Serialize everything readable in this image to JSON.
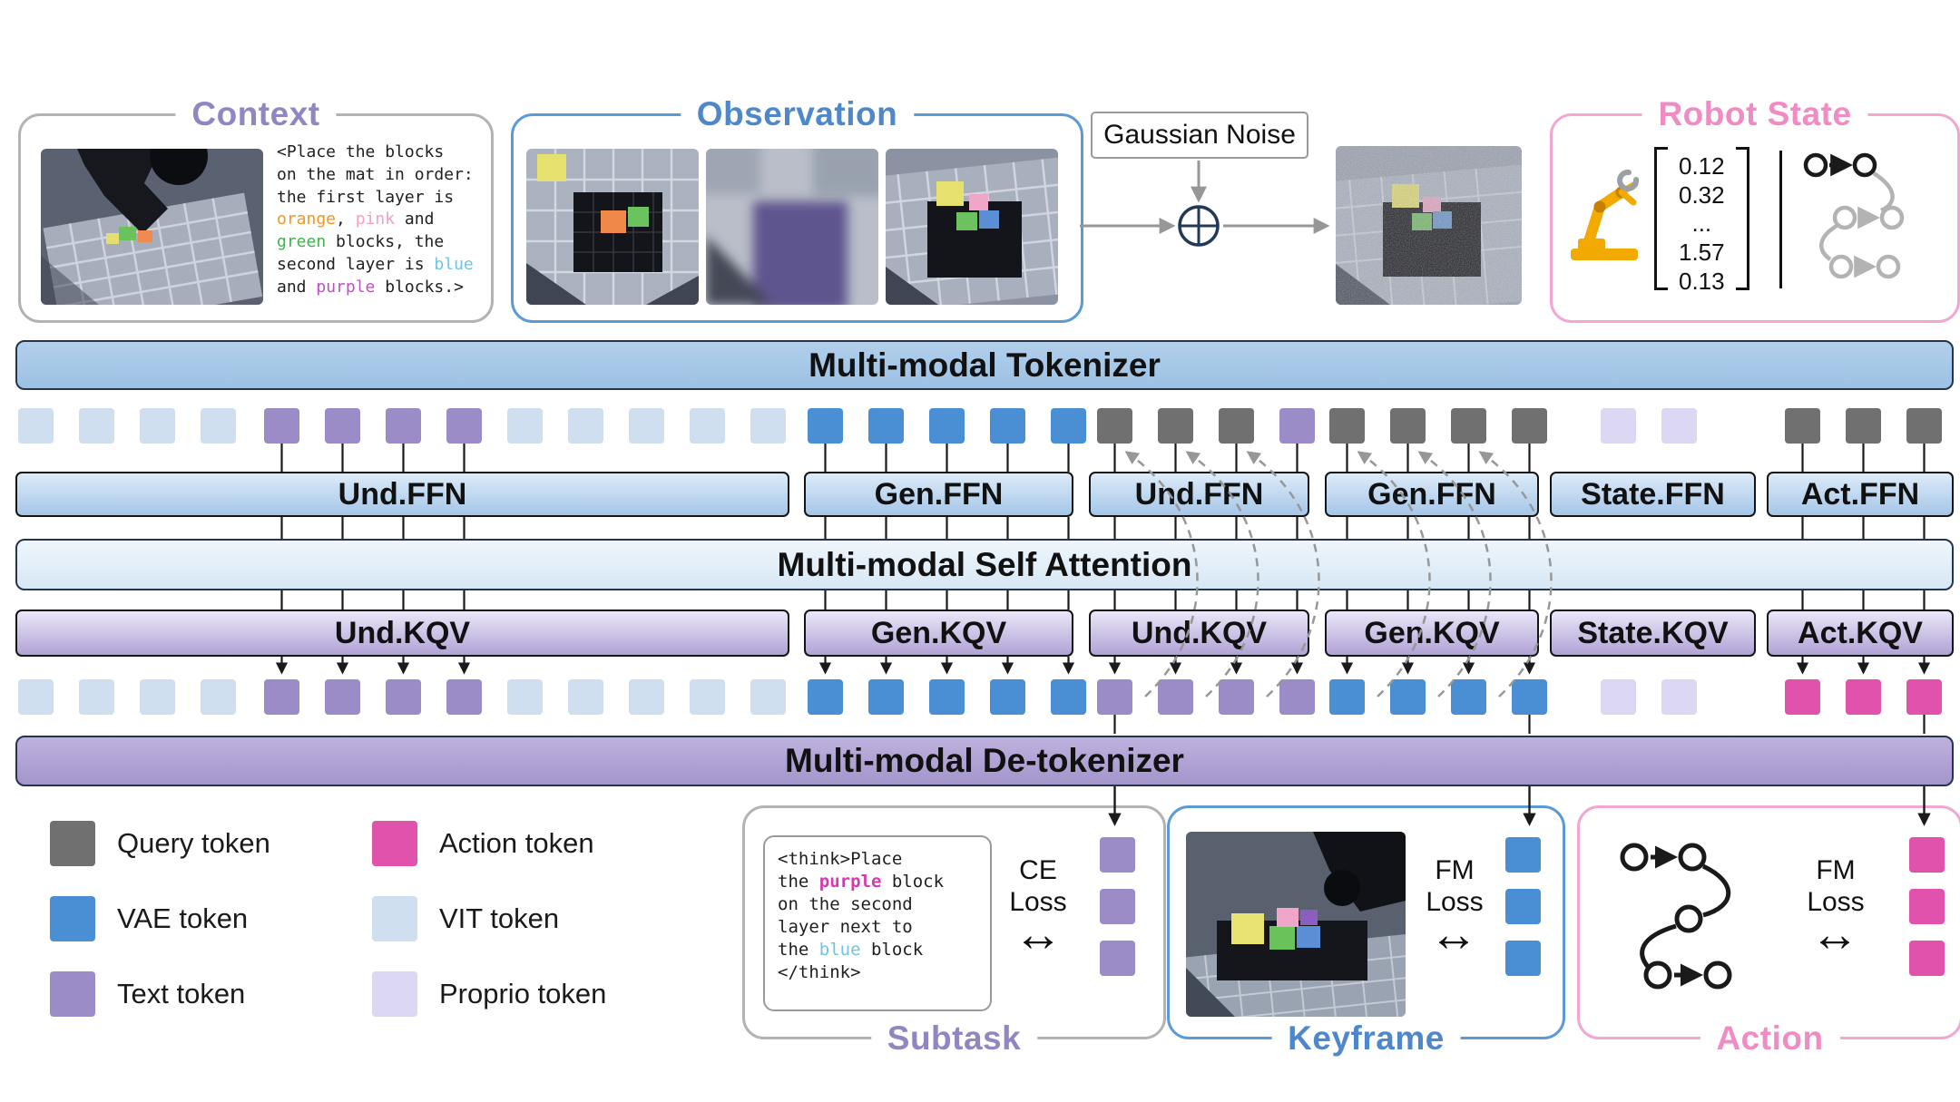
{
  "top": {
    "context": {
      "title": "Context",
      "text_segments": [
        {
          "text": "<Place the blocks\non the mat in order:\nthe first layer is\n",
          "class": "c-k"
        },
        {
          "text": "orange",
          "class": "c-orange"
        },
        {
          "text": ", ",
          "class": "c-k"
        },
        {
          "text": "pink",
          "class": "c-pink"
        },
        {
          "text": " and\n",
          "class": "c-k"
        },
        {
          "text": "green",
          "class": "c-green"
        },
        {
          "text": " blocks, the\nsecond layer is ",
          "class": "c-k"
        },
        {
          "text": "blue",
          "class": "c-blue"
        },
        {
          "text": "\nand ",
          "class": "c-k"
        },
        {
          "text": "purple",
          "class": "c-purpletext"
        },
        {
          "text": " blocks.>",
          "class": "c-k"
        }
      ]
    },
    "observation": {
      "title": "Observation"
    },
    "gaussian": {
      "label": "Gaussian Noise"
    },
    "robot_state": {
      "title": "Robot State",
      "vector": [
        {
          "text": "0.12"
        },
        {
          "text": "0.32"
        },
        {
          "text": "..."
        },
        {
          "text": "1.57"
        },
        {
          "text": "0.13"
        }
      ]
    }
  },
  "bars": {
    "tokenizer": "Multi-modal Tokenizer",
    "attention": "Multi-modal Self Attention",
    "detokenizer": "Multi-modal De-tokenizer"
  },
  "ffn_row": [
    "Und.FFN",
    "Gen.FFN",
    "Und.FFN",
    "Gen.FFN",
    "State.FFN",
    "Act.FFN"
  ],
  "kqv_row": [
    "Und.KQV",
    "Gen.KQV",
    "Und.KQV",
    "Gen.KQV",
    "State.KQV",
    "Act.KQV"
  ],
  "tokens": {
    "row1": {
      "g1": [
        "vit",
        "vit",
        "vit",
        "vit"
      ],
      "g2": [
        "text",
        "text",
        "text",
        "text"
      ],
      "g3": [
        "vit",
        "vit",
        "vit",
        "vit",
        "vit"
      ],
      "g4": [
        "vae",
        "vae",
        "vae",
        "vae",
        "vae"
      ],
      "g5": [
        "query",
        "query",
        "query",
        "text"
      ],
      "g6": [
        "query",
        "query",
        "query",
        "query"
      ],
      "g7": [
        "proprio",
        "proprio"
      ],
      "g8": [
        "query",
        "query",
        "query"
      ]
    },
    "row2": {
      "g1": [
        "vit",
        "vit",
        "vit",
        "vit"
      ],
      "g2": [
        "text",
        "text",
        "text",
        "text"
      ],
      "g3": [
        "vit",
        "vit",
        "vit",
        "vit",
        "vit"
      ],
      "g4": [
        "vae",
        "vae",
        "vae",
        "vae",
        "vae"
      ],
      "g5": [
        "text",
        "text",
        "text",
        "text"
      ],
      "g6": [
        "vae",
        "vae",
        "vae",
        "vae"
      ],
      "g7": [
        "proprio",
        "proprio"
      ],
      "g8": [
        "action",
        "action",
        "action"
      ]
    }
  },
  "legend": {
    "items": [
      {
        "type": "query",
        "label": "Query token"
      },
      {
        "type": "vae",
        "label": "VAE token"
      },
      {
        "type": "text",
        "label": "Text token"
      },
      {
        "type": "action",
        "label": "Action token"
      },
      {
        "type": "vit",
        "label": "VIT token"
      },
      {
        "type": "proprio",
        "label": "Proprio token"
      }
    ]
  },
  "outputs": {
    "subtask": {
      "title": "Subtask",
      "loss1": "CE",
      "loss2": "Loss",
      "tokens": [
        "text",
        "text",
        "text"
      ],
      "think_segments": [
        {
          "text": "<think>",
          "class": "c-k"
        },
        {
          "text": "Place\nthe ",
          "class": "c-k"
        },
        {
          "text": "purple",
          "class": "c-purpletext-b"
        },
        {
          "text": " block\non the second\nlayer next to\nthe ",
          "class": "c-k"
        },
        {
          "text": "blue",
          "class": "c-blue"
        },
        {
          "text": " block\n",
          "class": "c-k"
        },
        {
          "text": "</think>",
          "class": "c-k"
        }
      ]
    },
    "keyframe": {
      "title": "Keyframe",
      "loss1": "FM",
      "loss2": "Loss",
      "tokens": [
        "vae",
        "vae",
        "vae"
      ]
    },
    "action": {
      "title": "Action",
      "loss1": "FM",
      "loss2": "Loss",
      "tokens": [
        "action",
        "action",
        "action"
      ]
    }
  },
  "icons": {
    "double_arrow": "↔"
  },
  "colors": {
    "query_token": "#707070",
    "vae_token": "#4a8fd3",
    "text_token": "#9b8cc8",
    "action_token": "#e052ab",
    "vit_token": "#cfdfef",
    "proprio_token": "#dcd7f3",
    "title_purple": "#9286c2",
    "title_blue": "#4e88ca",
    "title_pink": "#f08bc4"
  }
}
